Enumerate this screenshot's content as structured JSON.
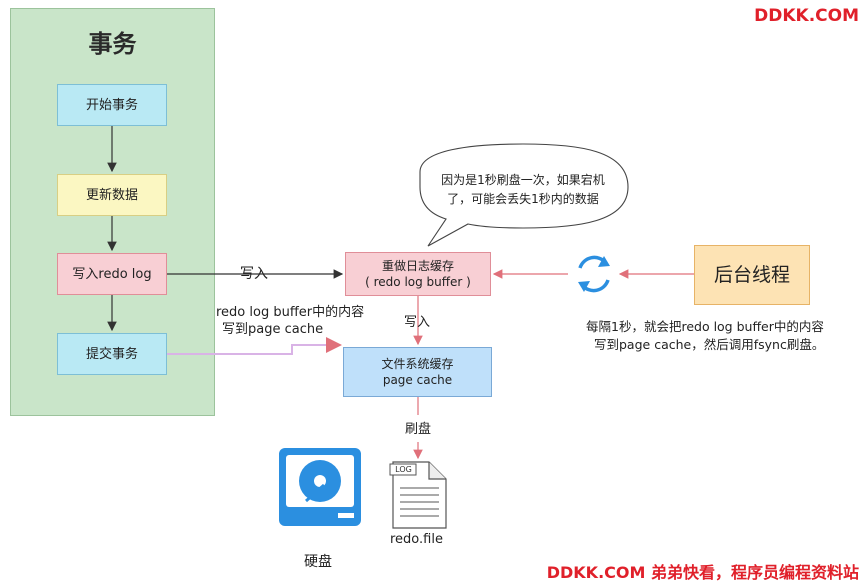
{
  "watermark": {
    "top": "DDKK.COM",
    "bottom": "DDKK.COM 弟弟快看，程序员编程资料站"
  },
  "transaction": {
    "title": "事务",
    "steps": [
      "开始事务",
      "更新数据",
      "写入redo log",
      "提交事务"
    ]
  },
  "edge_labels": {
    "write_in_1": "写入",
    "write_in_2": "写入",
    "flush": "刷盘",
    "commit_note_line1": "redo log buffer中的内容",
    "commit_note_line2": "写到page cache"
  },
  "nodes": {
    "redo_buffer_line1": "重做日志缓存",
    "redo_buffer_line2": "( redo log buffer )",
    "page_cache_line1": "文件系统缓存",
    "page_cache_line2": "page cache",
    "background_thread": "后台线程"
  },
  "speech_bubble": {
    "line1": "因为是1秒刷盘一次，如果宕机",
    "line2": "了，可能会丢失1秒内的数据"
  },
  "background_note": {
    "line1": "每隔1秒，就会把redo log buffer中的内容",
    "line2": "写到page cache，然后调用fsync刷盘。"
  },
  "disk_label": "硬盘",
  "file_tag": "LOG",
  "file_label": "redo.file",
  "icons": {
    "disk": "hard-disk-icon",
    "file": "log-file-icon",
    "sync": "sync-cycle-icon"
  },
  "colors": {
    "panel_green": "#c9e5c9",
    "arrow_pink": "#e0707a",
    "arrow_dark": "#333333",
    "disk_blue": "#2b8fe0",
    "watermark_red": "#e0202a"
  }
}
